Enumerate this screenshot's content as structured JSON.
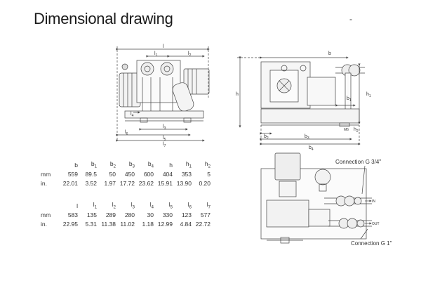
{
  "page": {
    "title": "Dimensional drawing",
    "corner_mark": "-"
  },
  "table1": {
    "headers": [
      {
        "base": "b",
        "sub": ""
      },
      {
        "base": "b",
        "sub": "1"
      },
      {
        "base": "b",
        "sub": "2"
      },
      {
        "base": "b",
        "sub": "3"
      },
      {
        "base": "b",
        "sub": "4"
      },
      {
        "base": "h",
        "sub": ""
      },
      {
        "base": "h",
        "sub": "1"
      },
      {
        "base": "h",
        "sub": "2"
      }
    ],
    "rows": [
      {
        "unit": "mm",
        "values": [
          "559",
          "89.5",
          "50",
          "450",
          "600",
          "404",
          "353",
          "5"
        ]
      },
      {
        "unit": "in.",
        "values": [
          "22.01",
          "3.52",
          "1.97",
          "17.72",
          "23.62",
          "15.91",
          "13.90",
          "0.20"
        ]
      }
    ]
  },
  "table2": {
    "headers": [
      {
        "base": "l",
        "sub": ""
      },
      {
        "base": "l",
        "sub": "1"
      },
      {
        "base": "l",
        "sub": "2"
      },
      {
        "base": "l",
        "sub": "3"
      },
      {
        "base": "l",
        "sub": "4"
      },
      {
        "base": "l",
        "sub": "5"
      },
      {
        "base": "l",
        "sub": "6"
      },
      {
        "base": "l",
        "sub": "7"
      }
    ],
    "rows": [
      {
        "unit": "mm",
        "values": [
          "583",
          "135",
          "289",
          "280",
          "30",
          "330",
          "123",
          "577"
        ]
      },
      {
        "unit": "in.",
        "values": [
          "22.95",
          "5.31",
          "11.38",
          "11.02",
          "1.18",
          "12.99",
          "4.84",
          "22.72"
        ]
      }
    ]
  },
  "side_view_labels": {
    "l": "l",
    "l1": "l",
    "l1_sub": "1",
    "l2": "l",
    "l2_sub": "2",
    "l3": "l",
    "l3_sub": "3",
    "l4": "l",
    "l4_sub": "4",
    "l5": "l",
    "l5_sub": "5",
    "l6": "l",
    "l6_sub": "6",
    "l7": "l",
    "l7_sub": "7"
  },
  "front_view_labels": {
    "b": "b",
    "h": "h",
    "h1": "h",
    "h1_sub": "1",
    "b1": "b",
    "b1_sub": "1",
    "b2": "b",
    "b2_sub": "2",
    "b3": "b",
    "b3_sub": "3",
    "b4": "b",
    "b4_sub": "4",
    "h2": "h",
    "h2_sub": "2",
    "mark": "M6"
  },
  "top_view_labels": {
    "connection_top": "Connection G 3/4\"",
    "connection_bottom": "Connection G 1\"",
    "in": "IN",
    "out": "OUT"
  }
}
